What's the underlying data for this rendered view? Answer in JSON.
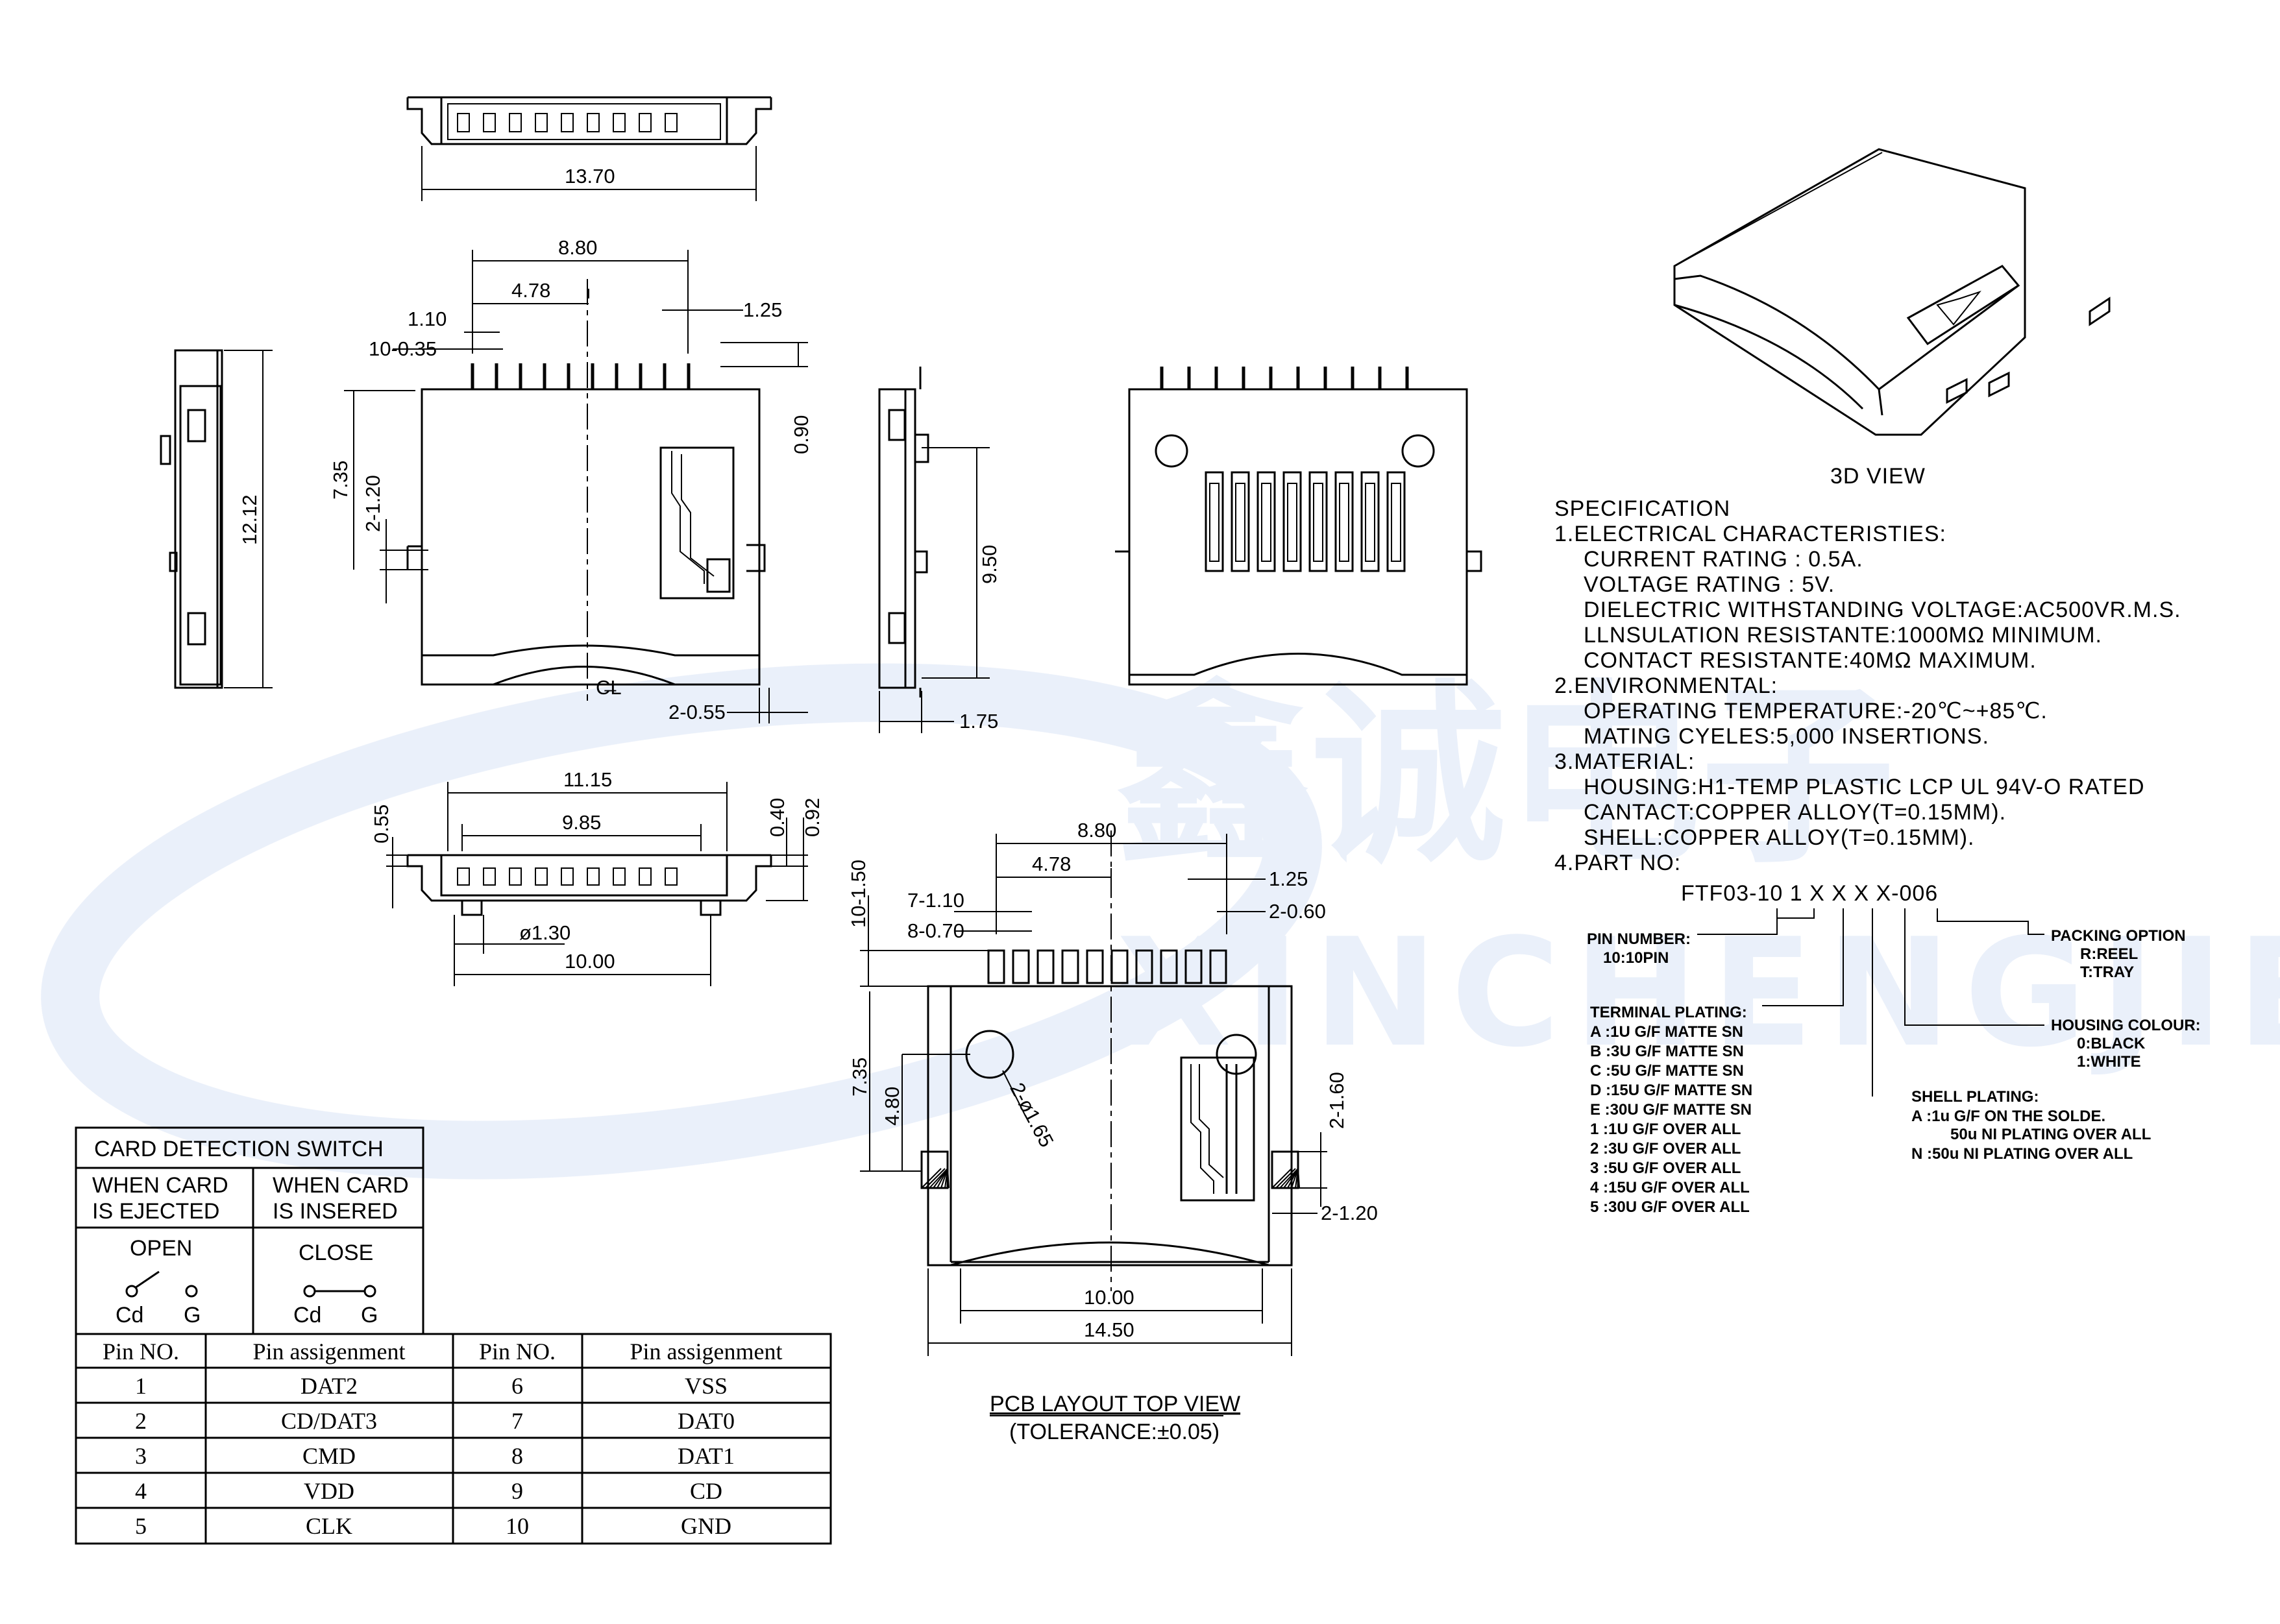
{
  "watermark": {
    "cn": "鑫诚电子",
    "en": "XINCHENGJIE",
    "color": "#2f64c8"
  },
  "dims": {
    "top_width": "13.70",
    "front_w": "8.80",
    "front_478": "4.78",
    "front_110": "1.10",
    "front_pitch": "10-0.35",
    "front_125": "1.25",
    "front_090": "0.90",
    "front_735": "7.35",
    "front_2120": "2-1.20",
    "front_2055": "2-0.55",
    "left_h": "12.12",
    "right_h": "9.50",
    "right_175": "1.75",
    "bot_1115": "11.15",
    "bot_985": "9.85",
    "bot_055": "0.55",
    "bot_040": "0.40",
    "bot_092": "0.92",
    "bot_hole": "ø1.30",
    "bot_1000": "10.00",
    "pcb_880": "8.80",
    "pcb_478": "4.78",
    "pcb_125": "1.25",
    "pcb_1015": "10-1.50",
    "pcb_710": "7-1.10",
    "pcb_870": "8-0.70",
    "pcb_2060": "2-0.60",
    "pcb_735": "7.35",
    "pcb_480": "4.80",
    "pcb_2165": "2-ø1.65",
    "pcb_2160": "2-1.60",
    "pcb_2120": "2-1.20",
    "pcb_1000": "10.00",
    "pcb_1450": "14.50",
    "cl": "C̶L"
  },
  "labels": {
    "view3d": "3D VIEW",
    "pcb_title": "PCB LAYOUT TOP VIEW",
    "pcb_tol": "(TOLERANCE:±0.05)"
  },
  "spec": {
    "lines": [
      "SPECIFICATION",
      "1.ELECTRICAL CHARACTERISTIES:",
      "CURRENT RATING : 0.5A.",
      "VOLTAGE RATING : 5V.",
      "DIELECTRIC WITHSTANDING VOLTAGE:AC500VR.M.S.",
      "LLNSULATION RESISTANTE:1000MΩ  MINIMUM.",
      "CONTACT RESISTANTE:40MΩ  MAXIMUM.",
      "2.ENVIRONMENTAL:",
      "OPERATING TEMPERATURE:-20℃~+85℃.",
      "MATING CYELES:5,000 INSERTIONS.",
      "3.MATERIAL:",
      "HOUSING:H1-TEMP PLASTIC LCP UL 94V-O RATED",
      "CANTACT:COPPER ALLOY(T=0.15MM).",
      "SHELL:COPPER ALLOY(T=0.15MM).",
      "4.PART NO:"
    ],
    "partno": "FTF03-10 1 X X X X-006",
    "pin_number": [
      "PIN NUMBER:",
      "10:10PIN"
    ],
    "terminal": [
      "TERMINAL PLATING:",
      "A :1U G/F MATTE SN",
      "B :3U G/F MATTE SN",
      "C :5U G/F MATTE SN",
      "D :15U G/F MATTE SN",
      "E :30U G/F MATTE SN",
      "1 :1U G/F OVER ALL",
      "2 :3U G/F OVER ALL",
      "3 :5U G/F OVER ALL",
      "4 :15U G/F OVER ALL",
      "5 :30U G/F OVER ALL"
    ],
    "shell": [
      "SHELL PLATING:",
      "A :1u G/F ON THE SOLDE.",
      "50u NI PLATING OVER ALL",
      "N :50u NI PLATING OVER ALL"
    ],
    "housing": [
      "HOUSING COLOUR:",
      "0:BLACK",
      "1:WHITE"
    ],
    "packing": [
      "PACKING OPTION",
      "R:REEL",
      "T:TRAY"
    ]
  },
  "switch_table": {
    "title": "CARD  DETECTION  SWITCH",
    "ejected": [
      "WHEN  CARD",
      "IS  EJECTED"
    ],
    "inserted": [
      "WHEN  CARD",
      "IS  INSERED"
    ],
    "open": "OPEN",
    "close": "CLOSE",
    "cd": "Cd",
    "g": "G"
  },
  "pin_table": {
    "headers": [
      "Pin NO.",
      "Pin assigenment",
      "Pin NO.",
      "Pin assigenment"
    ],
    "rows": [
      [
        "1",
        "DAT2",
        "6",
        "VSS"
      ],
      [
        "2",
        "CD/DAT3",
        "7",
        "DAT0"
      ],
      [
        "3",
        "CMD",
        "8",
        "DAT1"
      ],
      [
        "4",
        "VDD",
        "9",
        "CD"
      ],
      [
        "5",
        "CLK",
        "10",
        "GND"
      ]
    ]
  }
}
